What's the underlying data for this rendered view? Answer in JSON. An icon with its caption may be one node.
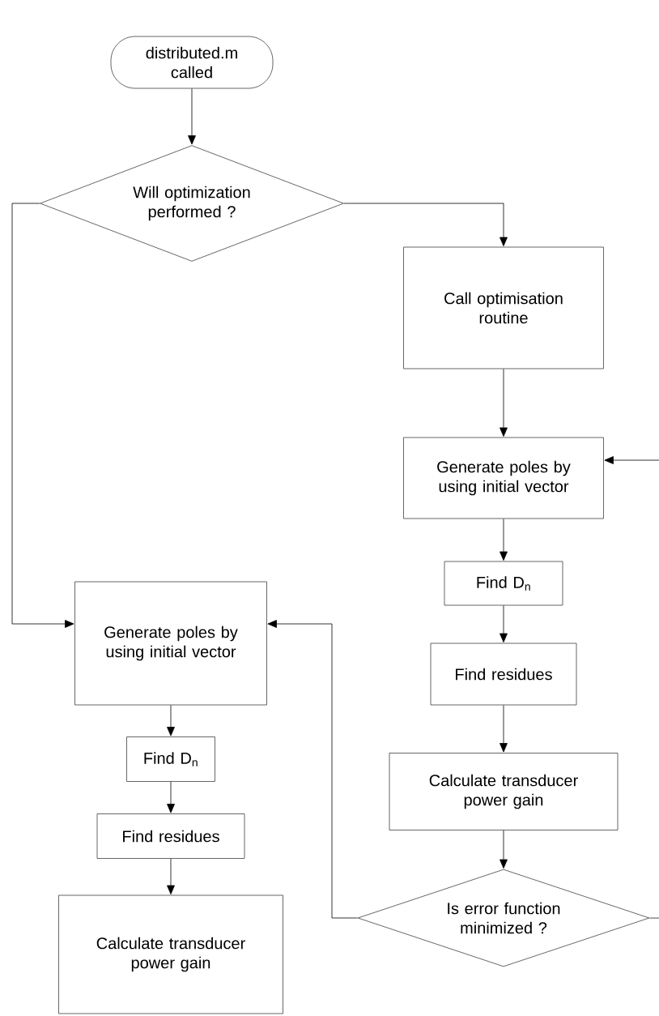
{
  "diagram": {
    "nodes": [
      {
        "text": [
          "distributed.m called"
        ]
      },
      {
        "text": [
          "Will optimization performed ?"
        ]
      },
      {
        "text": [
          "Call optimisation routine"
        ]
      },
      {
        "text": [
          "Generate poles by using initial vector"
        ]
      },
      {
        "text": [
          "Find D$_{n}$"
        ]
      },
      {
        "text": [
          "Find residues"
        ]
      },
      {
        "text": [
          "Calculate transducer power gain"
        ]
      },
      {
        "text": [
          "Is error function minimized ?"
        ]
      },
      {
        "text": [
          "Generate poles by using initial vector"
        ]
      },
      {
        "text": [
          "Find D$_{n}$"
        ]
      },
      {
        "text": [
          "Find residues"
        ]
      },
      {
        "text": [
          "Calculate transducer power gain"
        ]
      }
    ],
    "edges": [
      {
        "from": 0,
        "to": 1,
        "arrow": "to"
      },
      {
        "from": 1,
        "to": 2,
        "arrow": "to"
      },
      {
        "from": 1,
        "to": 8,
        "arrow": "to"
      },
      {
        "from": 2,
        "to": 3,
        "arrow": "to"
      },
      {
        "from": null,
        "to": 3,
        "arrow": "to"
      },
      {
        "from": 3,
        "to": 4,
        "arrow": "to"
      },
      {
        "from": 4,
        "to": 5,
        "arrow": "to"
      },
      {
        "from": 5,
        "to": 6,
        "arrow": "to"
      },
      {
        "from": 6,
        "to": 7,
        "arrow": "to"
      },
      {
        "from": 7,
        "to": 8,
        "arrow": "to"
      },
      {
        "from": 7,
        "to": null,
        "arrow": "none"
      },
      {
        "from": 8,
        "to": 9,
        "arrow": "to"
      },
      {
        "from": 9,
        "to": 10,
        "arrow": "to"
      },
      {
        "from": 10,
        "to": 11,
        "arrow": "to"
      }
    ]
  }
}
